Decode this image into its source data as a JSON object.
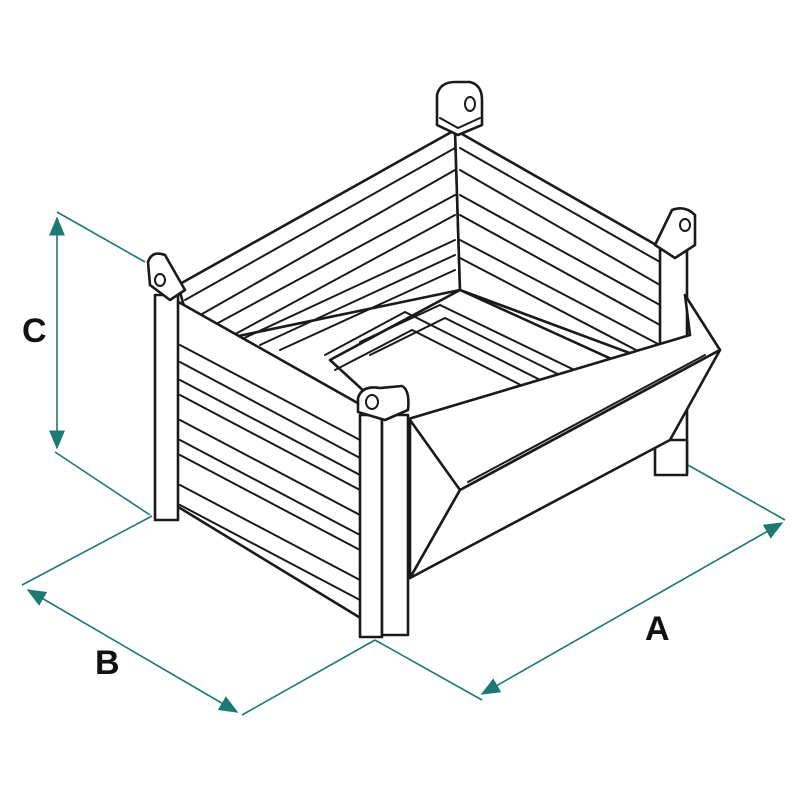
{
  "colors": {
    "dimension": "#1d7a73",
    "outline": "#1a1a1a"
  },
  "dimensions": {
    "length_label": "A",
    "width_label": "B",
    "height_label": "C"
  }
}
